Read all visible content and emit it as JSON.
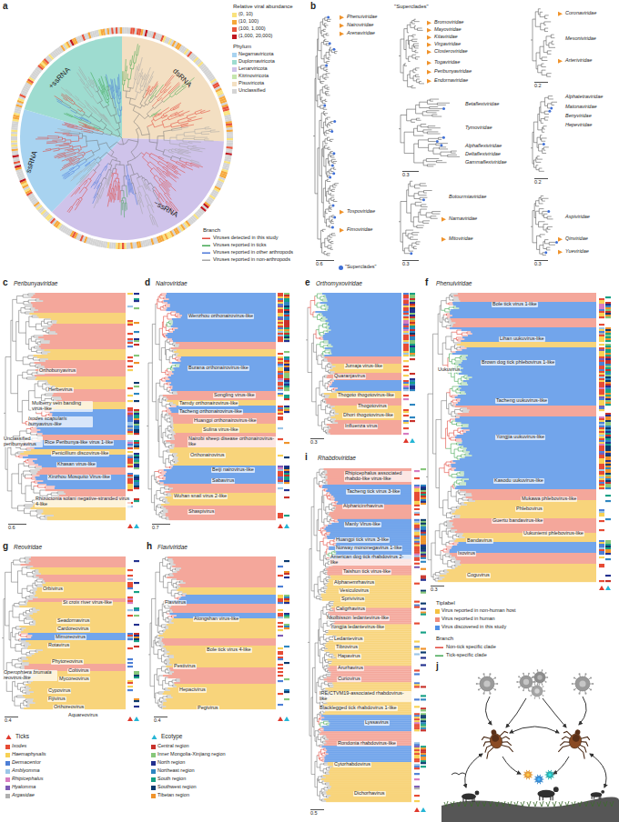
{
  "diagram": {
    "labels": [
      "a",
      "+ssRNA",
      "dsRNA",
      "ssRNA",
      "−ssRNA",
      "Relative viral abundance",
      "Phylum",
      "Branch",
      "b",
      "\"Superclades\"",
      "Phenuiviridae",
      "Nairoviridae",
      "Arenaviridae",
      "Bromoviridae",
      "Mayoviridae",
      "Kitaviridae",
      "Virgaviridae",
      "Closteroviridae",
      "Togaviridae",
      "Peribunyaviridae",
      "Endornaviridae",
      "Coronaviridae",
      "Mesoniviridae",
      "Arteriviridae",
      "0.2",
      "Alphatetraviridae",
      "Matonaviridae",
      "Benyviridae",
      "Hepeviridae",
      "Betaflexiviridae",
      "Tymoviridae",
      "Alphaflexiviridae",
      "Deltaflexiviridae",
      "Gammaflexiviridae",
      "0.3",
      "0.2",
      "Botourmiaviridae",
      "Narnaviridae",
      "Mitoviridae",
      "Aspiviridae",
      "Tospoviridae",
      "Fimoviridae",
      "Qinviridae",
      "Yueviridae",
      "0.6",
      "0.3",
      "0.3",
      "c",
      "Peribunyaviridae",
      "Orthobunyavirus",
      "Herbevirus",
      "Mulberry vein banding virus-like",
      "Ixodes scapularis bunyavirus-like",
      "Unclassified peribunyavirus",
      "Rice Peribunya-like virus 1-like",
      "Penicillium discovirus-like",
      "Khasan virus-like",
      "Xinzhou Mosquito Virus-like",
      "Rhizoctonia solani negative-stranded virus 4-like",
      "0.6",
      "d",
      "Nairoviridae",
      "Wenzhou orthonairovirus-like",
      "Burana orthonairovirus-like",
      "Songling virus-like",
      "Tamdy orthonairovirus-like",
      "Tacheng orthonairovirus-like",
      "Huangpi orthonairovirus-like",
      "Sulina virus-like",
      "Nairobi sheep disease orthonairovirus-like",
      "Orthonairovirus",
      "Beiji nairovirus-like",
      "Sabavirus",
      "Wuhan snail virus 2-like",
      "Shaspivirus",
      "0.7",
      "e",
      "Orthomyxoviridae",
      "Jumaja virus-like",
      "Quaranjavirus",
      "Thogoto thogotovirus-like",
      "Thogotovirus",
      "Dhori thogotovirus-like",
      "Influenza virus",
      "0.3",
      "f",
      "Phenuiviridae",
      "Bole tick virus 1-like",
      "Lihan uukuvirus-like",
      "Brown dog tick phlebovirus 1-like",
      "Uukuvirus",
      "Tacheng uukuvirus-like",
      "Yongjia uukuvirus-like",
      "Kasodu uukuvirus-like",
      "Mukawa phlebovirus-like",
      "Phlebovirus",
      "Guertu bandavirus-like",
      "Uukuniemi phlebovirus-like",
      "Bandavirus",
      "Ixovirus",
      "Coguvirus",
      "0.3",
      "Tiplabel",
      "Branch",
      "g",
      "Reoviridae",
      "Orbivirus",
      "St croix river virus-like",
      "Seadornavirus",
      "Cardoreovirus",
      "Mimoreovirus",
      "Rotavirus",
      "Phytoreovirus",
      "Coltivirus",
      "Mycoreovirus",
      "Operophtera brumata reovirus-like",
      "Cypovirus",
      "Fijivirus",
      "Orthoreovirus",
      "Aquareovirus",
      "0.4",
      "h",
      "Flaviviridae",
      "Flavivirus",
      "Alongshan virus-like",
      "Bole tick virus 4-like",
      "Pestivirus",
      "Hepacivirus",
      "Pegivirus",
      "0.4",
      "i",
      "Rhabdoviridae",
      "Rhipicephalus associated rhabdo-like virus-like",
      "Tacheng tick virus 3-like",
      "Alpharicinrhavirus",
      "Manly Virus-like",
      "Huangpi tick virus 3-like",
      "Norway mononegavirus 1-like",
      "American dog tick rhabdovirus 2-like",
      "Taishun tick virus-like",
      "Alphanemrhavirus",
      "Vesiculovirus",
      "Sprivivirus",
      "Caligrhavirus",
      "Nkolbisson ledantevirus-like",
      "Yongjia ledantevirus-like",
      "Ledantevirus",
      "Tibrovirus",
      "Hapavirus",
      "Arurhavirus",
      "Curiovirus",
      "IRE/CTVM19-associated rhabdovirus-like",
      "Blacklegged tick rhabdovirus 1-like",
      "Lyssavirus",
      "Rondonia rhabdovirus-like",
      "Cytorhabdovirus",
      "Dichorhavirus",
      "0.5",
      "j",
      "Ticks",
      "Ecotype"
    ],
    "legend": [
      {
        "text": "(0, 10)",
        "color": "#f9e27d"
      },
      {
        "text": "(10, 100)",
        "color": "#f6a83b"
      },
      {
        "text": "(100, 1,000)",
        "color": "#e8553d"
      },
      {
        "text": "(1,000, 20,000)",
        "color": "#c01620"
      },
      {
        "text": "Negarnaviricota",
        "color": "#a8d3f0"
      },
      {
        "text": "Duplornaviricota",
        "color": "#9edcd0"
      },
      {
        "text": "Lenarviricota",
        "color": "#cfc3ea"
      },
      {
        "text": "Kitrinoviricota",
        "color": "#c6e6ae"
      },
      {
        "text": "Pisuviricota",
        "color": "#f3dfc2"
      },
      {
        "text": "Unclassified",
        "color": "#d4d4d4"
      },
      {
        "text": "Viruses detected in this study"
      },
      {
        "text": "Viruses reported in ticks"
      },
      {
        "text": "Viruses reported in other arthropods"
      },
      {
        "text": "Viruses reported in non-arthropods"
      },
      {
        "text": "\"Superclades\"",
        "color": "#3f6fd6"
      },
      {
        "text": "Virus reported in non-human host",
        "color": "#f5c242"
      },
      {
        "text": "Virus reported in human",
        "color": "#f08a7a"
      },
      {
        "text": "Virus discovered in this study",
        "color": "#4f8fe6"
      },
      {
        "text": "Non-tick specific clade"
      },
      {
        "text": "Tick-specific clade"
      },
      {
        "text": "Ixodes",
        "color": "#e64b35"
      },
      {
        "text": "Haemaphysalis",
        "color": "#f7d154"
      },
      {
        "text": "Dermacentor",
        "color": "#4d7fd6"
      },
      {
        "text": "Amblyomma",
        "color": "#9cc6e8"
      },
      {
        "text": "Rhipicephalus",
        "color": "#d77cc0"
      },
      {
        "text": "Hyalomma",
        "color": "#7d5bb5"
      },
      {
        "text": "Argasidae",
        "color": "#b0b0b0"
      },
      {
        "text": "Central region",
        "color": "#c8312a"
      },
      {
        "text": "Inner Mongolia-Xinjiang region",
        "color": "#86c77a"
      },
      {
        "text": "North region",
        "color": "#23318f"
      },
      {
        "text": "Northeast region",
        "color": "#2e86c1"
      },
      {
        "text": "South region",
        "color": "#16a085"
      },
      {
        "text": "Southwest region",
        "color": "#0b3a6e"
      },
      {
        "text": "Tibetan region",
        "color": "#f0932b"
      }
    ]
  }
}
